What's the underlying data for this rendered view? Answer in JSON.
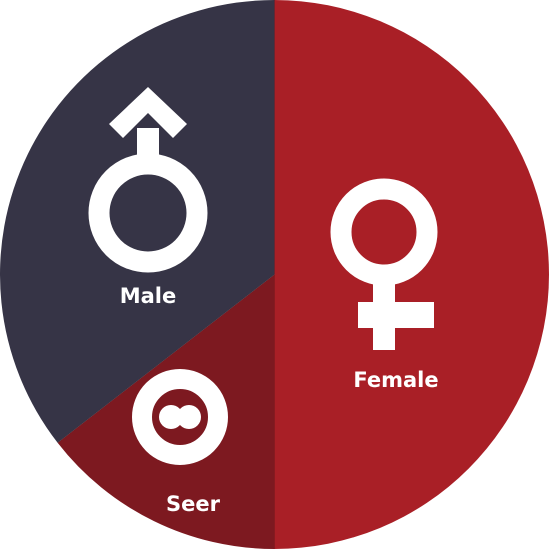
{
  "chart_data": {
    "type": "pie",
    "start_angle_deg": 0,
    "direction": "clockwise",
    "slices": [
      {
        "label": "Female",
        "value": 50,
        "color": "#A91F26",
        "icon": "female-symbol-icon"
      },
      {
        "label": "Seer",
        "value": 14.5,
        "color": "#7D1920",
        "icon": "seer-symbol-icon"
      },
      {
        "label": "Male",
        "value": 35.5,
        "color": "#363446",
        "icon": "male-symbol-icon"
      }
    ],
    "background": "#FFFFFF",
    "divider_color": "#000000"
  }
}
